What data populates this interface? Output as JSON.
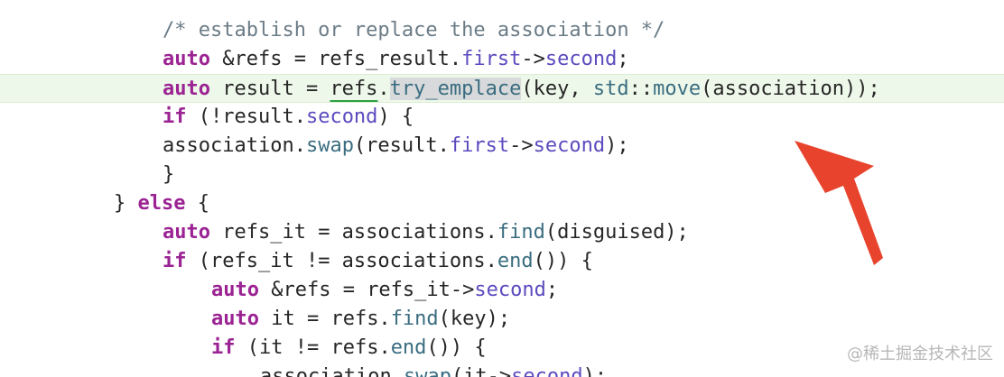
{
  "editor": {
    "lines": [
      {
        "tokens": [
          {
            "text": "    /* establish or replace the association */",
            "class": "comment"
          }
        ]
      },
      {
        "tokens": [
          {
            "text": "    ",
            "class": "plain"
          },
          {
            "text": "auto",
            "class": "keyword"
          },
          {
            "text": " &refs = refs_result.",
            "class": "plain"
          },
          {
            "text": "first",
            "class": "member"
          },
          {
            "text": "->",
            "class": "plain"
          },
          {
            "text": "second",
            "class": "member"
          },
          {
            "text": ";",
            "class": "plain"
          }
        ]
      },
      {
        "current": true,
        "tokens": [
          {
            "text": "    ",
            "class": "plain"
          },
          {
            "text": "auto",
            "class": "keyword"
          },
          {
            "text": " result = ",
            "class": "plain"
          },
          {
            "text": "refs",
            "class": "plain text-underline"
          },
          {
            "text": ".",
            "class": "plain"
          },
          {
            "text": "try_emplace",
            "class": "method selection"
          },
          {
            "text": "(key, ",
            "class": "plain"
          },
          {
            "text": "std",
            "class": "ns"
          },
          {
            "text": "::",
            "class": "plain"
          },
          {
            "text": "move",
            "class": "func"
          },
          {
            "text": "(association));",
            "class": "plain"
          }
        ]
      },
      {
        "tokens": [
          {
            "text": "    ",
            "class": "plain"
          },
          {
            "text": "if",
            "class": "keyword"
          },
          {
            "text": " (!result.",
            "class": "plain"
          },
          {
            "text": "second",
            "class": "member"
          },
          {
            "text": ") {",
            "class": "plain"
          }
        ]
      },
      {
        "tokens": [
          {
            "text": "        association.",
            "class": "plain"
          },
          {
            "text": "swap",
            "class": "method"
          },
          {
            "text": "(result.",
            "class": "plain"
          },
          {
            "text": "first",
            "class": "member"
          },
          {
            "text": "->",
            "class": "plain"
          },
          {
            "text": "second",
            "class": "member"
          },
          {
            "text": ");",
            "class": "plain"
          }
        ]
      },
      {
        "tokens": [
          {
            "text": "    }",
            "class": "plain"
          }
        ]
      },
      {
        "tokens": [
          {
            "text": "} ",
            "class": "plain"
          },
          {
            "text": "else",
            "class": "keyword"
          },
          {
            "text": " {",
            "class": "plain"
          }
        ]
      },
      {
        "tokens": [
          {
            "text": "    ",
            "class": "plain"
          },
          {
            "text": "auto",
            "class": "keyword"
          },
          {
            "text": " refs_it = associations.",
            "class": "plain"
          },
          {
            "text": "find",
            "class": "method"
          },
          {
            "text": "(disguised);",
            "class": "plain"
          }
        ]
      },
      {
        "tokens": [
          {
            "text": "    ",
            "class": "plain"
          },
          {
            "text": "if",
            "class": "keyword"
          },
          {
            "text": " (refs_it != associations.",
            "class": "plain"
          },
          {
            "text": "end",
            "class": "method"
          },
          {
            "text": "()) {",
            "class": "plain"
          }
        ]
      },
      {
        "tokens": [
          {
            "text": "        ",
            "class": "plain"
          },
          {
            "text": "auto",
            "class": "keyword"
          },
          {
            "text": " &refs = refs_it->",
            "class": "plain"
          },
          {
            "text": "second",
            "class": "member"
          },
          {
            "text": ";",
            "class": "plain"
          }
        ]
      },
      {
        "tokens": [
          {
            "text": "        ",
            "class": "plain"
          },
          {
            "text": "auto",
            "class": "keyword"
          },
          {
            "text": " it = refs.",
            "class": "plain"
          },
          {
            "text": "find",
            "class": "method"
          },
          {
            "text": "(key);",
            "class": "plain"
          }
        ]
      },
      {
        "tokens": [
          {
            "text": "        ",
            "class": "plain"
          },
          {
            "text": "if",
            "class": "keyword"
          },
          {
            "text": " (it != refs.",
            "class": "plain"
          },
          {
            "text": "end",
            "class": "method"
          },
          {
            "text": "()) {",
            "class": "plain"
          }
        ]
      },
      {
        "tokens": [
          {
            "text": "            association.",
            "class": "plain"
          },
          {
            "text": "swap",
            "class": "method"
          },
          {
            "text": "(it->",
            "class": "plain"
          },
          {
            "text": "second",
            "class": "member"
          },
          {
            "text": ");",
            "class": "plain"
          }
        ]
      }
    ]
  },
  "annotation": {
    "icon": "red-arrow-icon",
    "color": "#e8442d"
  },
  "watermark": {
    "text": "@稀土掘金技术社区"
  },
  "colors": {
    "keyword": "#9b2393",
    "member": "#5b4bbf",
    "method": "#3a6d80",
    "comment": "#6b7c87",
    "current_line": "#eef8ea",
    "selection": "#d7d9db",
    "underline": "#2ea043"
  }
}
